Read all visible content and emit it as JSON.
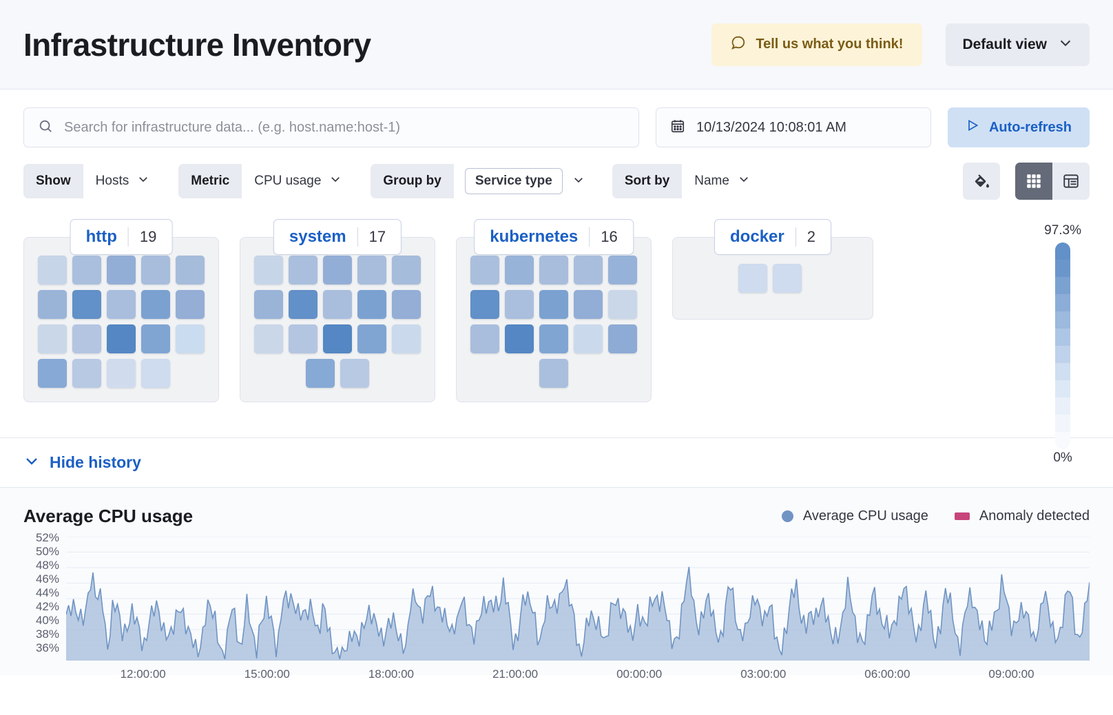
{
  "header": {
    "title": "Infrastructure Inventory",
    "feedback_label": "Tell us what you think!",
    "feedback_icon": "comment-icon",
    "view_label": "Default view",
    "view_caret": "chevron-down-icon"
  },
  "search": {
    "placeholder": "Search for infrastructure data... (e.g. host.name:host-1)",
    "value": "",
    "icon": "search-icon",
    "date_value": "10/13/2024 10:08:01 AM",
    "date_icon": "calendar-icon",
    "refresh_label": "Auto-refresh",
    "refresh_icon": "play-icon"
  },
  "filters": [
    {
      "label": "Show",
      "value": "Hosts",
      "boxed": false
    },
    {
      "label": "Metric",
      "value": "CPU usage",
      "boxed": false
    },
    {
      "label": "Group by",
      "value": "Service type",
      "boxed": true
    },
    {
      "label": "Sort by",
      "value": "Name",
      "boxed": false
    }
  ],
  "view_controls": {
    "palette_icon": "paint-bucket-icon",
    "map_view_icon": "grid-view-icon",
    "table_view_icon": "table-view-icon",
    "active_view": "map"
  },
  "legend_scale": {
    "max_label": "97.3%",
    "min_label": "0%",
    "steps": [
      "#6290c8",
      "#6b96cb",
      "#7ba1d1",
      "#8cadd8",
      "#9cb9de",
      "#aec6e5",
      "#bfd2eb",
      "#cfdef1",
      "#dde8f6",
      "#e9f0fa",
      "#f2f6fc",
      "#f8fafd"
    ]
  },
  "groups": [
    {
      "name": "http",
      "count": "19",
      "rows": [
        [
          "#c7d5e8",
          "#aabfdd",
          "#93aed6",
          "#a8bddc",
          "#a6bcdb"
        ],
        [
          "#9ab4d8",
          "#6290c8",
          "#a9bedd",
          "#7ba1d1",
          "#94aed6"
        ],
        [
          "#c9d7e9",
          "#b3c5e1",
          "#5487c3",
          "#80a5d3",
          "#cadce f"
        ],
        [
          "#87a9d5",
          "#b8c9e3",
          "#d0dcee",
          "#cfdbee"
        ]
      ]
    },
    {
      "name": "system",
      "count": "17",
      "rows": [
        [
          "#c7d5e8",
          "#aabfdd",
          "#93aed6",
          "#a8bddc",
          "#a6bcdb"
        ],
        [
          "#9ab4d8",
          "#6290c8",
          "#a9bedd",
          "#7ba1d1",
          "#94aed6"
        ],
        [
          "#c9d7e9",
          "#b3c5e1",
          "#5487c3",
          "#80a5d3",
          "#cadaec"
        ],
        [
          "#87a9d5",
          "#b8c9e3"
        ]
      ]
    },
    {
      "name": "kubernetes",
      "count": "16",
      "rows": [
        [
          "#aabfdd",
          "#98b3d8",
          "#a8bddc",
          "#a9bedd",
          "#97b2d8"
        ],
        [
          "#6290c8",
          "#aabfdd",
          "#7ba1d1",
          "#92add6",
          "#c9d7e9"
        ],
        [
          "#a9bedd",
          "#5487c3",
          "#80a5d3",
          "#cadaec",
          "#8dabd4"
        ],
        [
          "#aabfdd"
        ]
      ]
    },
    {
      "name": "docker",
      "count": "2",
      "rows": [
        [
          "#cfdbee",
          "#cfdbee"
        ]
      ]
    }
  ],
  "history": {
    "toggle_label": "Hide history",
    "toggle_icon": "chevron-down-icon"
  },
  "chart_data": {
    "type": "area",
    "title": "Average CPU usage",
    "xlabel": "",
    "ylabel": "",
    "grid": true,
    "legend_position": "top-right",
    "legend": [
      {
        "name": "Average CPU usage",
        "color": "#6f94c4",
        "marker": "circle"
      },
      {
        "name": "Anomaly detected",
        "color": "#c7457a",
        "marker": "square"
      }
    ],
    "ylim": [
      35,
      53
    ],
    "yticks": [
      "52%",
      "50%",
      "48%",
      "46%",
      "44%",
      "42%",
      "40%",
      "38%",
      "36%"
    ],
    "xticks": [
      "12:00:00",
      "15:00:00",
      "18:00:00",
      "21:00:00",
      "00:00:00",
      "03:00:00",
      "06:00:00",
      "09:00:00"
    ],
    "series": [
      {
        "name": "Average CPU usage",
        "color": "#6f94c4",
        "fill": "#aec3de",
        "values": [
          41.7,
          42.4,
          41.5,
          42.6,
          42.1,
          46.3,
          44.9,
          44.8,
          36.2,
          41.5,
          43.2,
          40.2,
          38.6,
          42.0,
          41.0,
          36.6,
          40.1,
          41.6,
          43.4,
          39.8,
          37.1,
          40.4,
          43.4,
          41.4,
          38.3,
          36.1,
          37.9,
          41.0,
          42.4,
          41.1,
          36.5,
          36.4,
          41.8,
          40.6,
          37.1,
          43.0,
          39.4,
          36.5,
          41.6,
          43.5,
          39.1,
          36.7,
          44.5,
          43.1,
          43.6,
          42.0,
          42.9,
          41.6,
          41.2,
          40.0,
          43.3,
          38.9,
          36.0,
          35.9,
          37.4,
          36.5,
          38.7,
          39.4,
          40.1,
          41.8,
          40.4,
          39.8,
          38.7,
          39.4,
          41.1,
          38.4,
          36.1,
          43.3,
          44.0,
          42.6,
          43.2,
          44.0,
          43.8,
          42.1,
          40.7,
          38.3,
          40.7,
          46.0,
          39.4,
          38.0,
          41.2,
          43.1,
          42.9,
          42.3,
          43.6,
          46.6,
          41.1,
          37.3,
          39.8,
          44.9,
          43.3,
          40.9,
          38.5,
          41.4,
          42.4,
          43.3,
          44.1,
          47.0,
          42.6,
          40.0,
          36.7,
          38.5,
          41.3,
          41.0,
          39.9,
          37.6,
          41.5,
          44.6,
          43.1,
          39.8,
          37.8,
          42.5,
          41.2,
          40.4,
          43.0,
          45.0,
          44.1,
          39.8,
          37.4,
          38.5,
          44.5,
          47.2,
          42.8,
          40.8,
          41.8,
          43.8,
          40.5,
          38.0,
          41.4,
          45.5,
          43.0,
          39.3,
          38.6,
          41.8,
          44.3,
          43.0,
          40.6,
          42.1,
          39.4,
          36.3,
          38.9,
          44.2,
          45.9,
          41.9,
          39.0,
          41.3,
          42.7,
          43.4,
          40.8,
          37.5,
          39.2,
          41.8,
          44.6,
          42.5,
          39.3,
          37.1,
          40.9,
          44.9,
          43.2,
          40.1,
          38.2,
          41.0,
          43.5,
          46.0,
          42.0,
          38.7,
          40.6,
          43.6,
          41.3,
          37.9,
          40.1,
          45.2,
          42.4,
          39.1,
          38.0,
          41.9,
          44.6,
          42.3,
          40.2,
          37.2,
          39.8,
          43.4,
          46.8,
          42.0,
          39.6,
          41.5,
          43.1,
          40.4,
          37.6,
          41.0,
          44.2,
          42.0,
          39.2,
          38.3,
          42.6,
          45.1,
          41.4,
          38.5,
          40.8,
          46.4
        ]
      }
    ]
  }
}
